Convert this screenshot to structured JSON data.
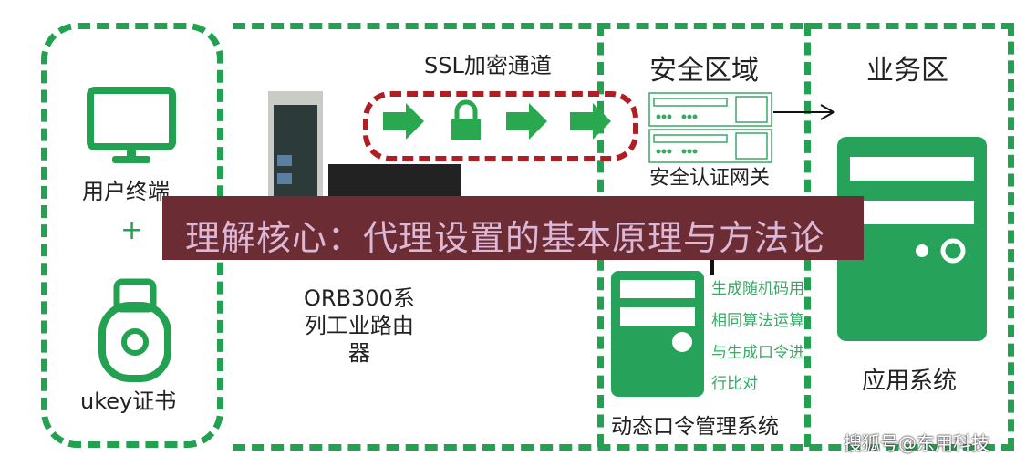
{
  "left": {
    "terminal_label": "用户终端",
    "plus": "+",
    "ukey_label": "ukey证书"
  },
  "middle": {
    "tunnel_label": "SSL加密通道",
    "router_label": [
      "ORB300系",
      "列工业路由",
      "器"
    ]
  },
  "security_zone": {
    "title": "安全区域",
    "gateway_label": "安全认证网关",
    "dynamic_system_label": "动态口令管理系统",
    "steps": [
      "生成随机码用",
      "相同算法运算",
      "与生成口令进",
      "行比对"
    ]
  },
  "business_zone": {
    "title": "业务区",
    "app_label": "应用系统"
  },
  "banner": {
    "text": "理解核心：代理设置的基本原理与方法论"
  },
  "watermark": "搜狐号@东用科技",
  "colors": {
    "green": "#22a150",
    "red": "#b01e23",
    "banner": "#6b2d33",
    "banner_text": "#dcb8d6"
  }
}
